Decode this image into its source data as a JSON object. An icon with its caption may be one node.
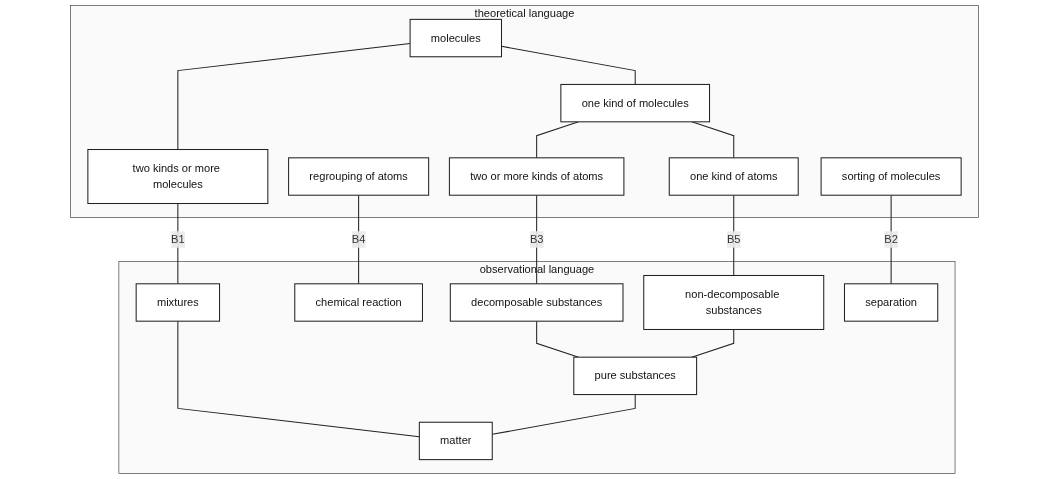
{
  "diagram": {
    "nodes": [
      {
        "text": [
          "theoretical language"
        ]
      },
      {
        "text": [
          "molecules"
        ],
        "in": 0
      },
      {
        "text": [
          "two kinds or more molecules"
        ],
        "in": 0
      },
      {
        "text": [
          "sorting of molecules"
        ],
        "in": 0
      },
      {
        "text": [
          "one kind of molecules"
        ],
        "in": 0
      },
      {
        "text": [
          "two or more kinds of atoms"
        ],
        "in": 0
      },
      {
        "text": [
          "regrouping of atoms"
        ],
        "in": 0
      },
      {
        "text": [
          "one kind of atoms"
        ],
        "in": 0
      },
      {
        "text": [
          "observational language"
        ]
      },
      {
        "text": [
          "decomposable substances"
        ],
        "in": 8
      },
      {
        "text": [
          "chemical reaction"
        ],
        "in": 8
      },
      {
        "text": [
          "non-decomposable substances"
        ],
        "in": 8
      },
      {
        "text": [
          "mixtures"
        ],
        "in": 8
      },
      {
        "text": [
          "separation"
        ],
        "in": 8
      },
      {
        "text": [
          "pure substances"
        ],
        "in": 8
      },
      {
        "text": [
          "matter"
        ],
        "in": 8
      }
    ],
    "edges": [
      {
        "from": 1,
        "to": 2,
        "arrow": "none"
      },
      {
        "from": 1,
        "to": 4,
        "arrow": "none"
      },
      {
        "from": 4,
        "to": 5,
        "arrow": "none"
      },
      {
        "from": 4,
        "to": 7,
        "arrow": "none"
      },
      {
        "from": 2,
        "to": 12,
        "label": "B1",
        "arrow": "none"
      },
      {
        "from": 3,
        "to": 13,
        "label": "B2",
        "arrow": "none"
      },
      {
        "from": 5,
        "to": 9,
        "label": "B3",
        "arrow": "none"
      },
      {
        "from": 6,
        "to": 10,
        "label": "B4",
        "arrow": "none"
      },
      {
        "from": 7,
        "to": 11,
        "label": "B5",
        "arrow": "none"
      },
      {
        "from": 9,
        "to": 14,
        "arrow": "none"
      },
      {
        "from": 11,
        "to": 14,
        "arrow": "none"
      },
      {
        "from": 12,
        "to": 15,
        "arrow": "none"
      },
      {
        "from": 14,
        "to": 15,
        "arrow": "none"
      }
    ]
  }
}
